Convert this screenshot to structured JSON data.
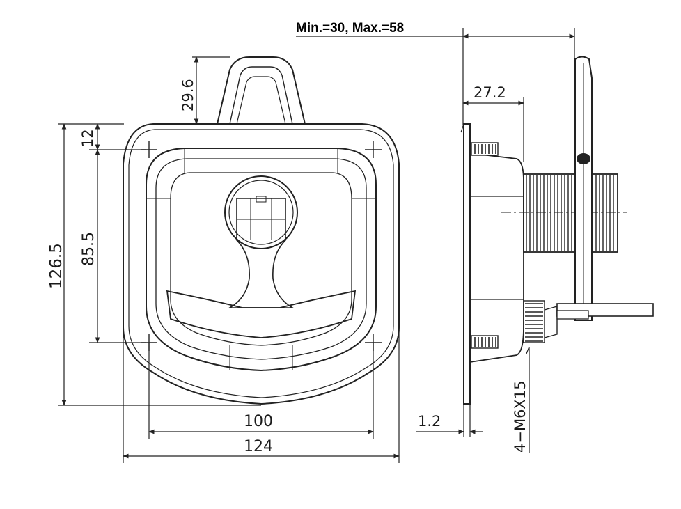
{
  "dimensions": {
    "header_range": "Min.=30, Max.=58",
    "depth": "27.2",
    "handle_height": "29.6",
    "top_offset": "12",
    "total_height": "126.5",
    "hole_spacing_v": "85.5",
    "hole_spacing_h": "100",
    "total_width": "124",
    "plate_thickness": "1.2",
    "screws": "4−M6X15"
  },
  "colors": {
    "line": "#222222",
    "background": "#ffffff"
  }
}
